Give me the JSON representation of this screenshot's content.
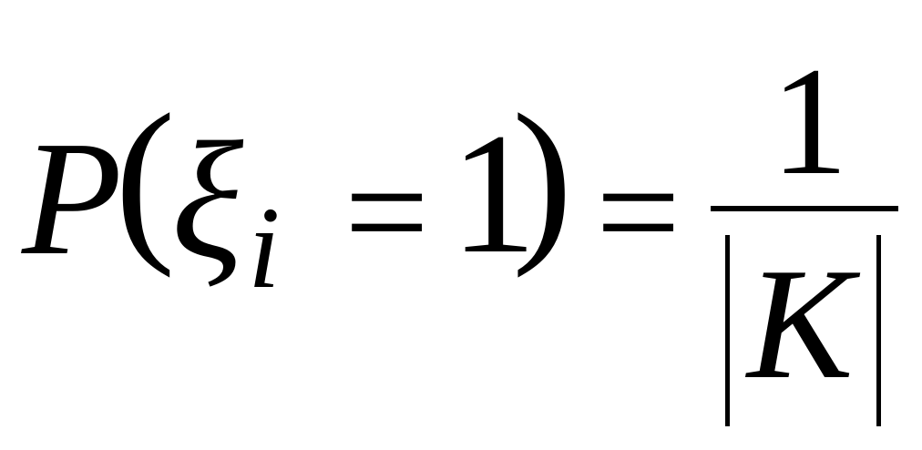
{
  "formula": {
    "function_name": "P",
    "open_paren": "(",
    "variable": "ξ",
    "subscript": "i",
    "equals_1": "=",
    "value": "1",
    "close_paren": ")",
    "equals_2": "=",
    "fraction": {
      "numerator": "1",
      "denominator_symbol": "K"
    }
  }
}
